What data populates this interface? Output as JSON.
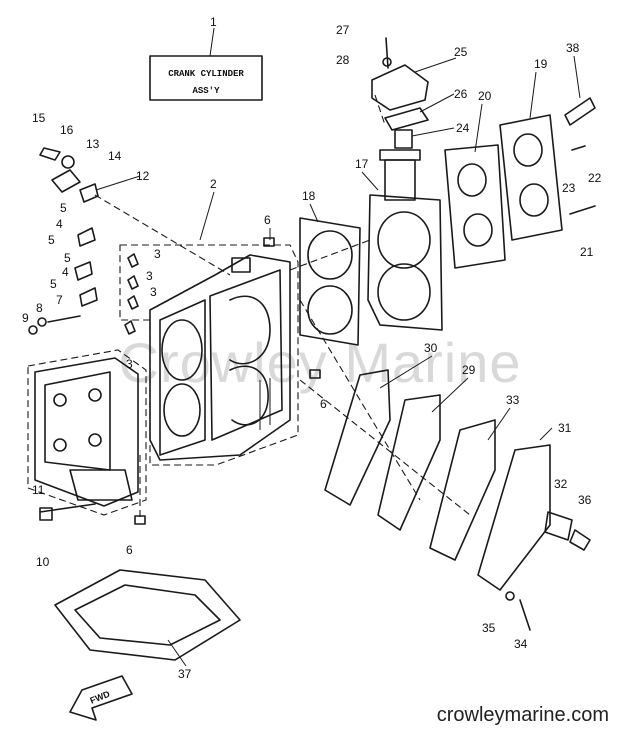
{
  "title_box": {
    "line1": "CRANK CYLINDER",
    "line2": "ASS'Y"
  },
  "watermark": "Crowley Marine",
  "site": "crowleymarine.com",
  "fwd_label": "FWD",
  "callouts": [
    "1",
    "2",
    "3",
    "3",
    "3",
    "3",
    "4",
    "4",
    "5",
    "5",
    "5",
    "5",
    "6",
    "6",
    "6",
    "7",
    "8",
    "9",
    "10",
    "11",
    "12",
    "13",
    "14",
    "15",
    "16",
    "17",
    "18",
    "19",
    "20",
    "21",
    "22",
    "23",
    "24",
    "25",
    "26",
    "27",
    "28",
    "29",
    "30",
    "31",
    "32",
    "33",
    "34",
    "35",
    "36",
    "37",
    "38"
  ]
}
